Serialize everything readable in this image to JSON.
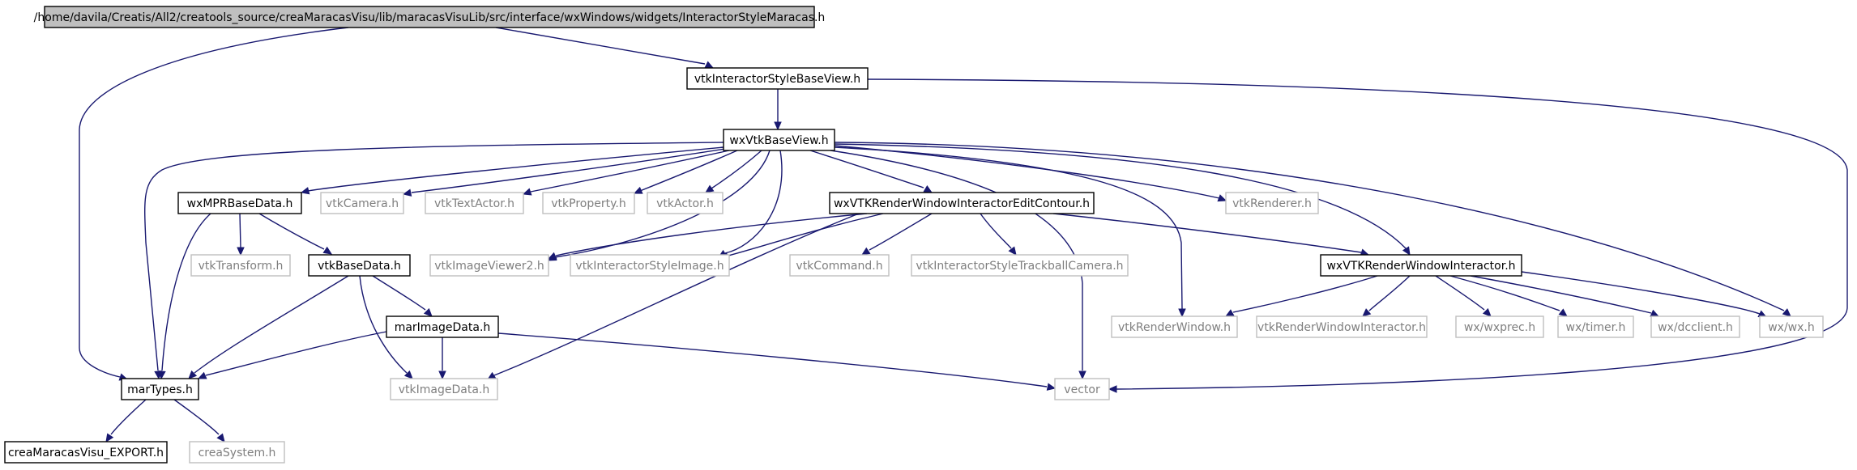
{
  "colors": {
    "edge": "#191970",
    "node_border": "#000000",
    "external_border": "#bfbfbf",
    "root_fill": "#bfbfbf",
    "text": "#000000",
    "external_text": "#7f7f7f"
  },
  "nodes": [
    {
      "id": "root",
      "label": "/home/davila/Creatis/All2/creatools_source/creaMaracasVisu/lib/maracasVisuLib/src/interface/wxWindows/widgets/InteractorStyleMaracas.h",
      "kind": "root"
    },
    {
      "id": "vtkInteractorStyleBaseView",
      "label": "vtkInteractorStyleBaseView.h",
      "kind": "internal"
    },
    {
      "id": "wxVtkBaseView",
      "label": "wxVtkBaseView.h",
      "kind": "internal"
    },
    {
      "id": "wxMPRBaseData",
      "label": "wxMPRBaseData.h",
      "kind": "internal"
    },
    {
      "id": "vtkCamera",
      "label": "vtkCamera.h",
      "kind": "external"
    },
    {
      "id": "vtkTextActor",
      "label": "vtkTextActor.h",
      "kind": "external"
    },
    {
      "id": "vtkProperty",
      "label": "vtkProperty.h",
      "kind": "external"
    },
    {
      "id": "vtkActor",
      "label": "vtkActor.h",
      "kind": "external"
    },
    {
      "id": "wxVTKRenderWindowInteractorEditContour",
      "label": "wxVTKRenderWindowInteractorEditContour.h",
      "kind": "internal"
    },
    {
      "id": "vtkRenderer",
      "label": "vtkRenderer.h",
      "kind": "external"
    },
    {
      "id": "vtkTransform",
      "label": "vtkTransform.h",
      "kind": "external"
    },
    {
      "id": "vtkBaseData",
      "label": "vtkBaseData.h",
      "kind": "internal"
    },
    {
      "id": "vtkImageViewer2",
      "label": "vtkImageViewer2.h",
      "kind": "external"
    },
    {
      "id": "vtkInteractorStyleImage",
      "label": "vtkInteractorStyleImage.h",
      "kind": "external"
    },
    {
      "id": "vtkCommand",
      "label": "vtkCommand.h",
      "kind": "external"
    },
    {
      "id": "vtkInteractorStyleTrackballCamera",
      "label": "vtkInteractorStyleTrackballCamera.h",
      "kind": "external"
    },
    {
      "id": "wxVTKRenderWindowInteractor",
      "label": "wxVTKRenderWindowInteractor.h",
      "kind": "internal"
    },
    {
      "id": "marImageData",
      "label": "marImageData.h",
      "kind": "internal"
    },
    {
      "id": "vtkRenderWindow",
      "label": "vtkRenderWindow.h",
      "kind": "external"
    },
    {
      "id": "vtkRenderWindowInteractor",
      "label": "vtkRenderWindowInteractor.h",
      "kind": "external"
    },
    {
      "id": "wxwxprec",
      "label": "wx/wxprec.h",
      "kind": "external"
    },
    {
      "id": "wxtimer",
      "label": "wx/timer.h",
      "kind": "external"
    },
    {
      "id": "wxdcclient",
      "label": "wx/dcclient.h",
      "kind": "external"
    },
    {
      "id": "wxwx",
      "label": "wx/wx.h",
      "kind": "external"
    },
    {
      "id": "marTypes",
      "label": "marTypes.h",
      "kind": "internal"
    },
    {
      "id": "vtkImageData",
      "label": "vtkImageData.h",
      "kind": "external"
    },
    {
      "id": "vector",
      "label": "vector",
      "kind": "external"
    },
    {
      "id": "creaMaracasVisu_EXPORT",
      "label": "creaMaracasVisu_EXPORT.h",
      "kind": "internal"
    },
    {
      "id": "creaSystem",
      "label": "creaSystem.h",
      "kind": "external"
    }
  ],
  "edges": [
    {
      "from": "root",
      "to": "vtkInteractorStyleBaseView"
    },
    {
      "from": "root",
      "to": "marTypes"
    },
    {
      "from": "vtkInteractorStyleBaseView",
      "to": "wxVtkBaseView"
    },
    {
      "from": "vtkInteractorStyleBaseView",
      "to": "vector"
    },
    {
      "from": "wxVtkBaseView",
      "to": "wxMPRBaseData"
    },
    {
      "from": "wxVtkBaseView",
      "to": "vtkCamera"
    },
    {
      "from": "wxVtkBaseView",
      "to": "vtkTextActor"
    },
    {
      "from": "wxVtkBaseView",
      "to": "vtkProperty"
    },
    {
      "from": "wxVtkBaseView",
      "to": "vtkActor"
    },
    {
      "from": "wxVtkBaseView",
      "to": "wxVTKRenderWindowInteractorEditContour"
    },
    {
      "from": "wxVtkBaseView",
      "to": "vtkRenderer"
    },
    {
      "from": "wxVtkBaseView",
      "to": "vtkImageViewer2"
    },
    {
      "from": "wxVtkBaseView",
      "to": "vtkInteractorStyleImage"
    },
    {
      "from": "wxVtkBaseView",
      "to": "wxVTKRenderWindowInteractor"
    },
    {
      "from": "wxVtkBaseView",
      "to": "vtkRenderWindow"
    },
    {
      "from": "wxVtkBaseView",
      "to": "wxwx"
    },
    {
      "from": "wxVtkBaseView",
      "to": "vector"
    },
    {
      "from": "wxVtkBaseView",
      "to": "marTypes"
    },
    {
      "from": "wxMPRBaseData",
      "to": "vtkTransform"
    },
    {
      "from": "wxMPRBaseData",
      "to": "vtkBaseData"
    },
    {
      "from": "wxMPRBaseData",
      "to": "marTypes"
    },
    {
      "from": "wxVTKRenderWindowInteractorEditContour",
      "to": "vtkImageViewer2"
    },
    {
      "from": "wxVTKRenderWindowInteractorEditContour",
      "to": "vtkInteractorStyleImage"
    },
    {
      "from": "wxVTKRenderWindowInteractorEditContour",
      "to": "vtkCommand"
    },
    {
      "from": "wxVTKRenderWindowInteractorEditContour",
      "to": "vtkInteractorStyleTrackballCamera"
    },
    {
      "from": "wxVTKRenderWindowInteractorEditContour",
      "to": "wxVTKRenderWindowInteractor"
    },
    {
      "from": "wxVTKRenderWindowInteractorEditContour",
      "to": "vtkImageData"
    },
    {
      "from": "vtkBaseData",
      "to": "marImageData"
    },
    {
      "from": "vtkBaseData",
      "to": "marTypes"
    },
    {
      "from": "vtkBaseData",
      "to": "vtkImageData"
    },
    {
      "from": "marImageData",
      "to": "marTypes"
    },
    {
      "from": "marImageData",
      "to": "vtkImageData"
    },
    {
      "from": "marImageData",
      "to": "vector"
    },
    {
      "from": "wxVTKRenderWindowInteractor",
      "to": "vtkRenderWindow"
    },
    {
      "from": "wxVTKRenderWindowInteractor",
      "to": "vtkRenderWindowInteractor"
    },
    {
      "from": "wxVTKRenderWindowInteractor",
      "to": "wxwxprec"
    },
    {
      "from": "wxVTKRenderWindowInteractor",
      "to": "wxtimer"
    },
    {
      "from": "wxVTKRenderWindowInteractor",
      "to": "wxdcclient"
    },
    {
      "from": "wxVTKRenderWindowInteractor",
      "to": "wxwx"
    },
    {
      "from": "marTypes",
      "to": "creaMaracasVisu_EXPORT"
    },
    {
      "from": "marTypes",
      "to": "creaSystem"
    }
  ]
}
